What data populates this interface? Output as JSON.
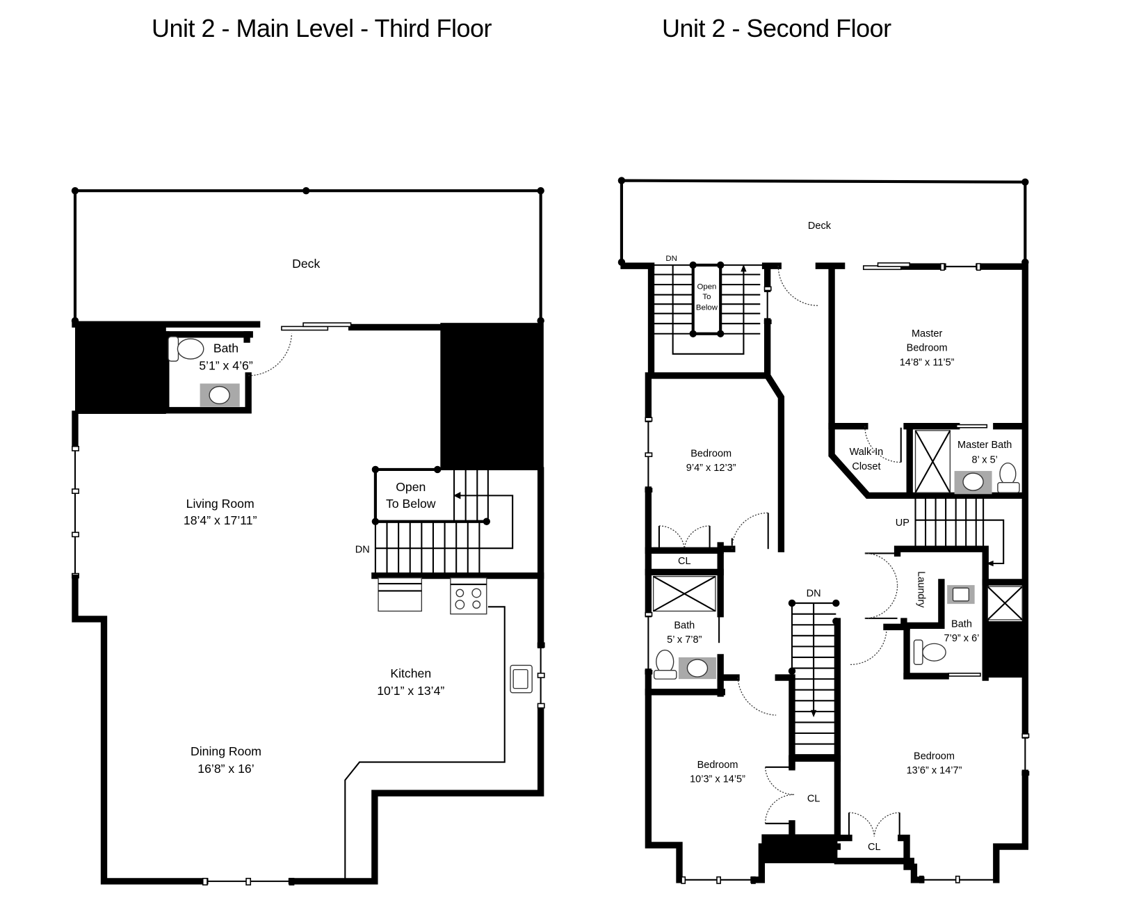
{
  "titles": {
    "left": "Unit 2 - Main Level - Third Floor",
    "right": "Unit 2 - Second Floor"
  },
  "third_floor": {
    "deck": "Deck",
    "bath": {
      "name": "Bath",
      "dims": "5’1” x 4’6”"
    },
    "living_room": {
      "name": "Living Room",
      "dims": "18’4” x 17’11”"
    },
    "open_to_below": {
      "line1": "Open",
      "line2": "To Below"
    },
    "stairs_dn": "DN",
    "kitchen": {
      "name": "Kitchen",
      "dims": "10’1” x 13’4”"
    },
    "dining_room": {
      "name": "Dining Room",
      "dims": "16’8” x 16’"
    }
  },
  "second_floor": {
    "deck": "Deck",
    "stairs_dn_top": "DN",
    "open_to_below": {
      "line1": "Open",
      "line2": "To",
      "line3": "Below"
    },
    "master_bedroom": {
      "name1": "Master",
      "name2": "Bedroom",
      "dims": "14’8” x 11’5”"
    },
    "bedroom_a": {
      "name": "Bedroom",
      "dims": "9’4” x 12’3”"
    },
    "walk_in_closet": {
      "line1": "Walk-In",
      "line2": "Closet"
    },
    "master_bath": {
      "name": "Master Bath",
      "dims": "8’ x 5’"
    },
    "stairs_up": "UP",
    "closet_a": "CL",
    "laundry": "Laundry",
    "bath_a": {
      "name": "Bath",
      "dims": "5’ x 7’8”"
    },
    "stairs_dn_mid": "DN",
    "bath_b": {
      "name": "Bath",
      "dims": "7’9” x 6’"
    },
    "bedroom_b": {
      "name": "Bedroom",
      "dims": "10’3” x 14’5”"
    },
    "closet_b": "CL",
    "bedroom_c": {
      "name": "Bedroom",
      "dims": "13’6” x 14’7”"
    },
    "closet_c": "CL"
  }
}
